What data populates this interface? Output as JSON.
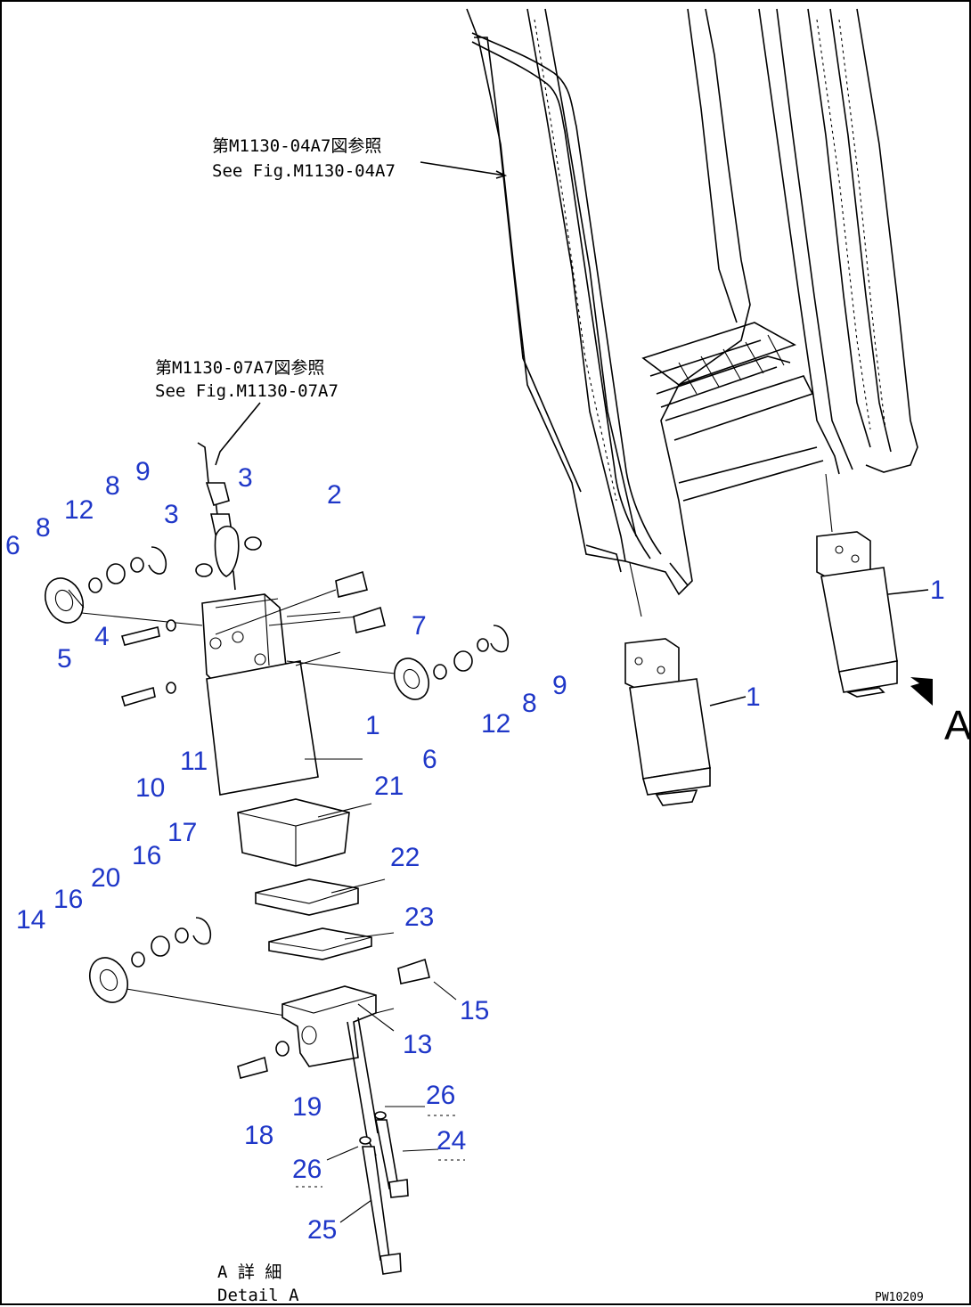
{
  "references": {
    "top_jp": "第M1130-04A7図参照",
    "top_en": "See Fig.M1130-04A7",
    "mid_jp": "第M1130-07A7図参照",
    "mid_en": "See Fig.M1130-07A7"
  },
  "detail": {
    "jp": "A 詳 細",
    "en": "Detail A",
    "view_letter": "A"
  },
  "drawing_code": "PW10209",
  "callouts": [
    "1",
    "1",
    "1",
    "2",
    "3",
    "3",
    "4",
    "5",
    "6",
    "6",
    "7",
    "8",
    "8",
    "8",
    "9",
    "9",
    "10",
    "11",
    "12",
    "12",
    "13",
    "14",
    "15",
    "16",
    "16",
    "17",
    "18",
    "19",
    "20",
    "21",
    "22",
    "23",
    "24",
    "25",
    "26",
    "26"
  ],
  "colors": {
    "callout": "#1f37c8",
    "line": "#000000"
  }
}
